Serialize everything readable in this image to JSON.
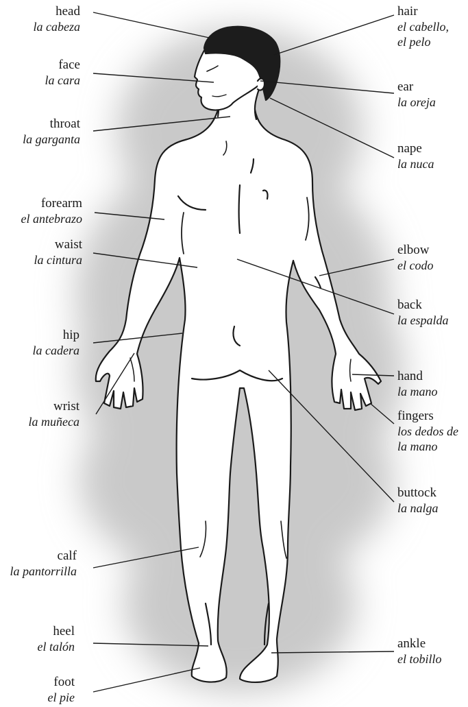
{
  "labels": {
    "head": {
      "en": "head",
      "es": "la cabeza"
    },
    "face": {
      "en": "face",
      "es": "la cara"
    },
    "throat": {
      "en": "throat",
      "es": "la garganta"
    },
    "forearm": {
      "en": "forearm",
      "es": "el antebrazo"
    },
    "waist": {
      "en": "waist",
      "es": "la cintura"
    },
    "hip": {
      "en": "hip",
      "es": "la cadera"
    },
    "wrist": {
      "en": "wrist",
      "es": "la muñeca"
    },
    "calf": {
      "en": "calf",
      "es": "la pantorrilla"
    },
    "heel": {
      "en": "heel",
      "es": "el talón"
    },
    "foot": {
      "en": "foot",
      "es": "el pie"
    },
    "hair": {
      "en": "hair",
      "es1": "el cabello,",
      "es2": "el pelo"
    },
    "ear": {
      "en": "ear",
      "es": "la oreja"
    },
    "nape": {
      "en": "nape",
      "es": "la nuca"
    },
    "elbow": {
      "en": "elbow",
      "es": "el codo"
    },
    "back": {
      "en": "back",
      "es": "la espalda"
    },
    "hand": {
      "en": "hand",
      "es": "la mano"
    },
    "fingers": {
      "en": "fingers",
      "es1": "los dedos de",
      "es2": "la mano"
    },
    "buttock": {
      "en": "buttock",
      "es": "la nalga"
    },
    "ankle": {
      "en": "ankle",
      "es": "el tobillo"
    }
  },
  "colors": {
    "ink": "#1a1a1a",
    "haze": "#c8c8c8",
    "hair": "#1c1c1c"
  }
}
